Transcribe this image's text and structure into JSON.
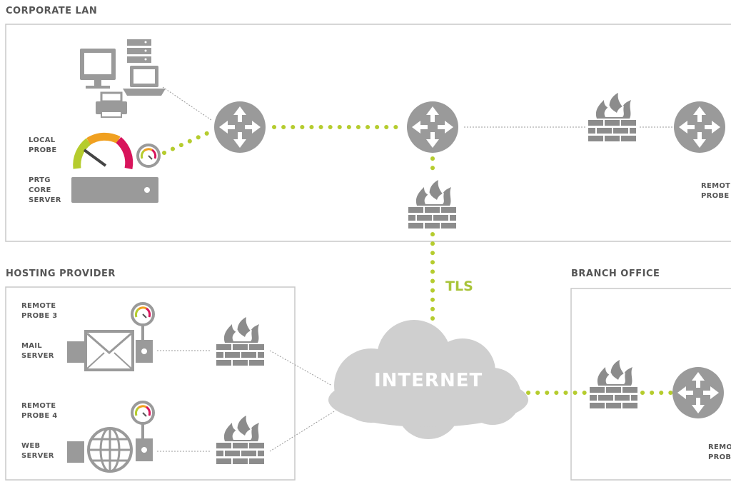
{
  "sections": {
    "corporate_lan": "CORPORATE LAN",
    "hosting_provider": "HOSTING PROVIDER",
    "branch_office": "BRANCH OFFICE"
  },
  "labels": {
    "local_probe": "LOCAL\nPROBE",
    "prtg_core_server": "PRTG\nCORE\nSERVER",
    "remote_probe_corp": "REMOTE\nPROBE",
    "remote_probe_3": "REMOTE\nPROBE 3",
    "mail_server": "MAIL\nSERVER",
    "remote_probe_4": "REMOTE\nPROBE 4",
    "web_server": "WEB\nSERVER",
    "remote_probe_branch": "REMOTE\nPROBE",
    "tls": "TLS",
    "internet": "INTERNET"
  },
  "colors": {
    "icon_gray": "#9a9a9a",
    "dark_gray": "#7b7b7b",
    "accent_green": "#b5cc2e",
    "box_border": "#c8c8c8"
  },
  "icons": [
    "computer-icon",
    "server-rack-icon",
    "laptop-icon",
    "printer-icon",
    "router-icon",
    "firewall-icon",
    "gauge-icon",
    "mail-icon",
    "globe-icon",
    "cloud-icon"
  ]
}
